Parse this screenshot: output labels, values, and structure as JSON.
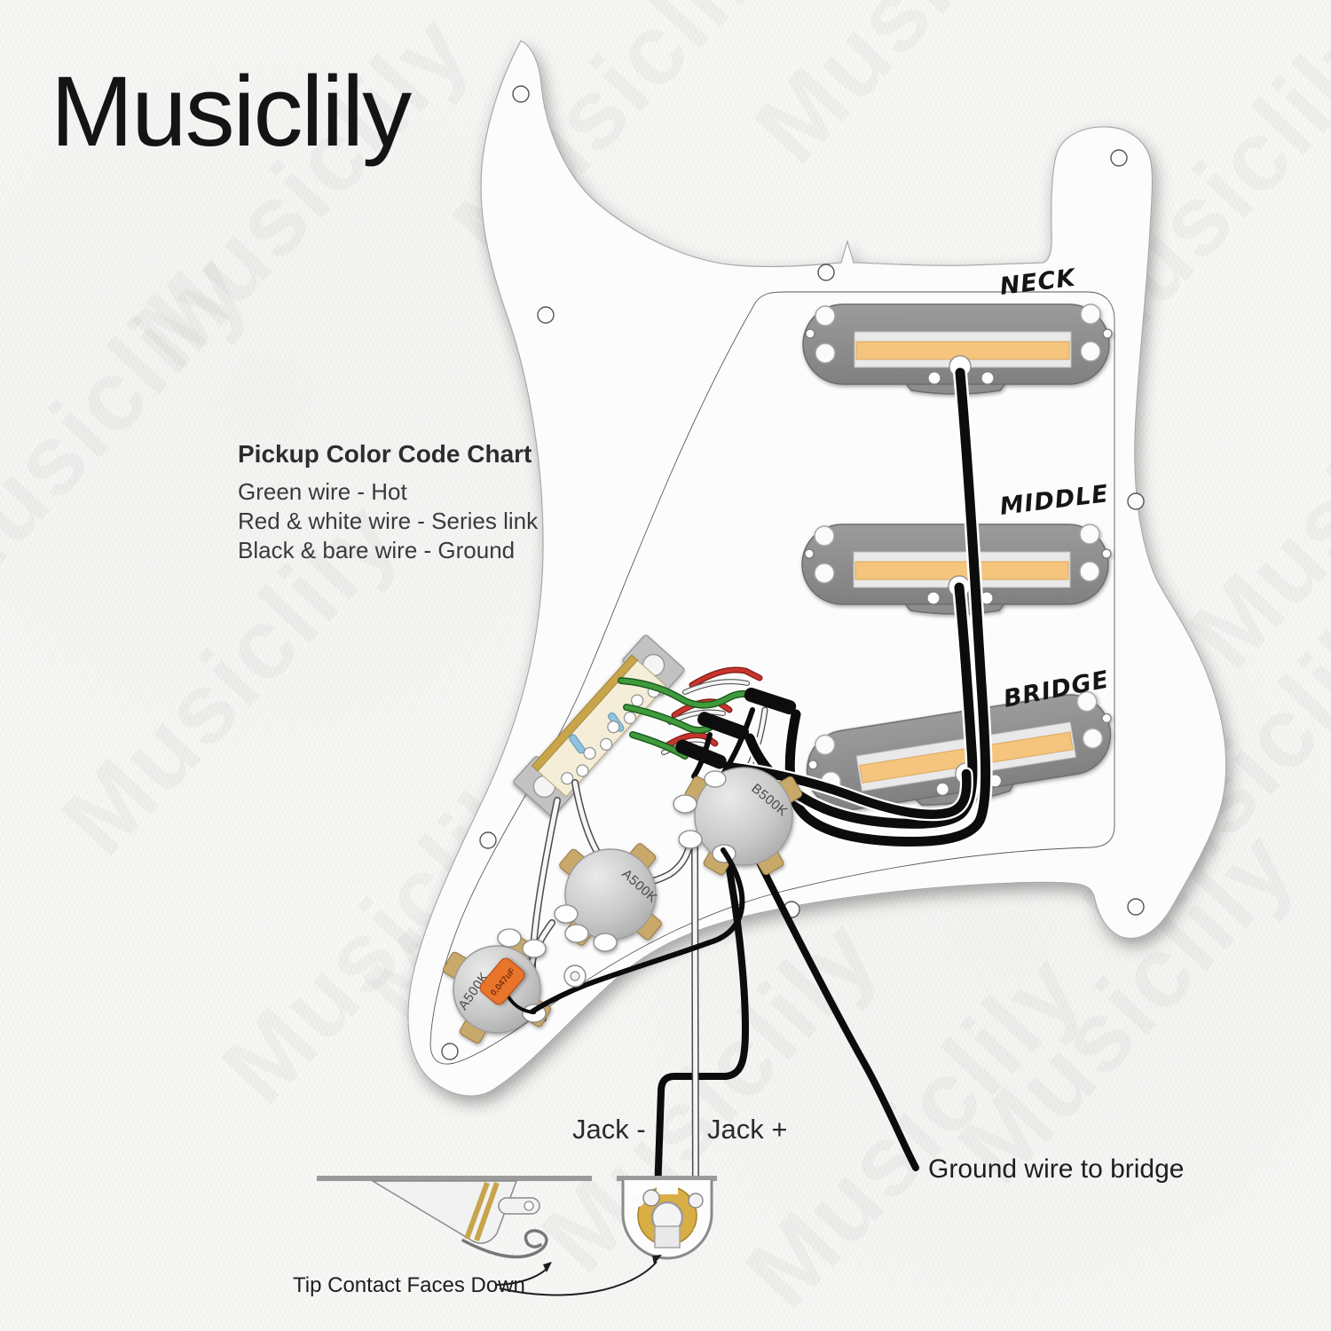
{
  "brand": {
    "logo": "Musiclily"
  },
  "watermark": {
    "text": "Musiclily"
  },
  "color_chart": {
    "title": "Pickup Color Code Chart",
    "lines": [
      "Green wire - Hot",
      "Red & white wire - Series link",
      "Black & bare wire - Ground"
    ]
  },
  "pickups": {
    "neck": "NECK",
    "middle": "MIDDLE",
    "bridge": "BRIDGE"
  },
  "components": {
    "volume_pot": "B500K",
    "tone_pot_1": "A500K",
    "tone_pot_2": "A500K",
    "capacitor": "0.047uF"
  },
  "jack": {
    "negative": "Jack -",
    "positive": "Jack +"
  },
  "annotations": {
    "ground": "Ground wire to bridge",
    "tip_contact": "Tip Contact Faces Down"
  },
  "wire_colors": {
    "hot_green": "#3f9b3c",
    "series_red": "#c8342c",
    "series_white": "#f4f4f4",
    "ground_black": "#111111",
    "pickguard": "#fcfcfc",
    "pickup_plate": "#8d8d8d",
    "bobbin_tan": "#f5c57e",
    "brass": "#d9ae45"
  }
}
